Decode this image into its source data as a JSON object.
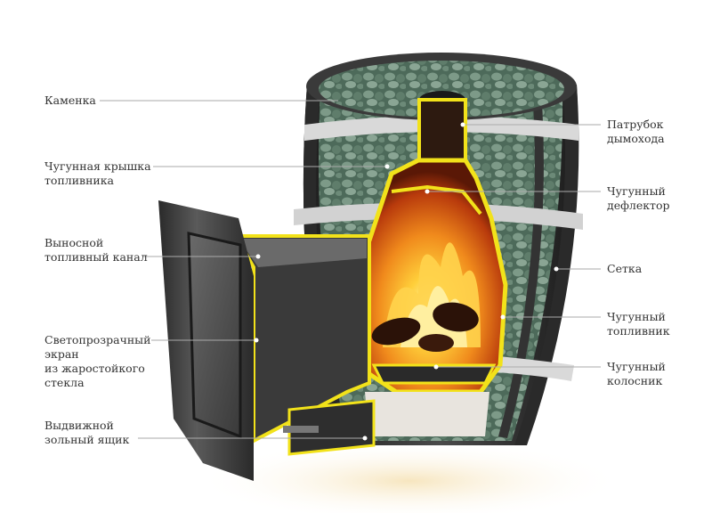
{
  "labels": {
    "kamenka": [
      "Каменка"
    ],
    "lid": [
      "Чугунная крышка",
      "топливника"
    ],
    "channel": [
      "Выносной",
      "топливный канал"
    ],
    "screen": [
      "Светопрозрачный",
      "экран",
      "из жаростойкого",
      "стекла"
    ],
    "ashbox": [
      "Выдвижной",
      "зольный ящик"
    ],
    "chimney": [
      "Патрубок",
      "дымохода"
    ],
    "deflector": [
      "Чугунный",
      "дефлектор"
    ],
    "mesh": [
      "Сетка"
    ],
    "firebox": [
      "Чугунный",
      "топливник"
    ],
    "grate": [
      "Чугунный",
      "колосник"
    ]
  },
  "colors": {
    "stone": "#5f7a6a",
    "steel": "#2c2c2c",
    "band": "#d9d9d9",
    "highlight": "#f2e21a",
    "fire": "#f08a1c"
  }
}
